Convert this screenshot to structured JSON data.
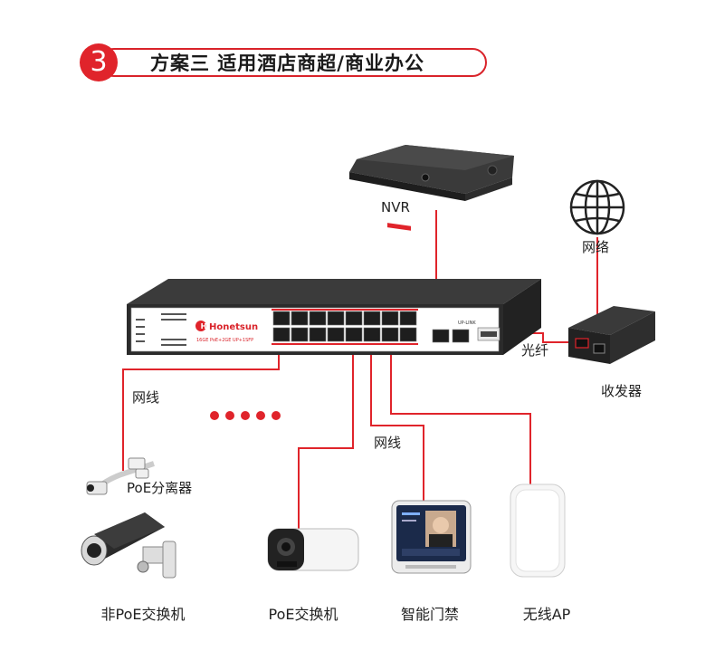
{
  "banner": {
    "number": "3",
    "title": "方案三 适用酒店商超/商业办公"
  },
  "switch": {
    "brand": "Honetsun",
    "model": "16GE PoE+2GE UP+1SFP",
    "uplink": "UP-LINK"
  },
  "labels": {
    "nvr": "NVR",
    "internet": "网络",
    "fiber": "光纤",
    "transceiver": "收发器",
    "cable_left": "网线",
    "cable_mid": "网线",
    "splitter": "PoE分离器"
  },
  "devices": {
    "non_poe_camera": "非PoE交换机",
    "poe_camera": "PoE交换机",
    "access_control": "智能门禁",
    "wireless_ap": "无线AP"
  },
  "colors": {
    "accent": "#e0242b",
    "cable": "#e0242b",
    "device_dark": "#2a2a2a"
  }
}
